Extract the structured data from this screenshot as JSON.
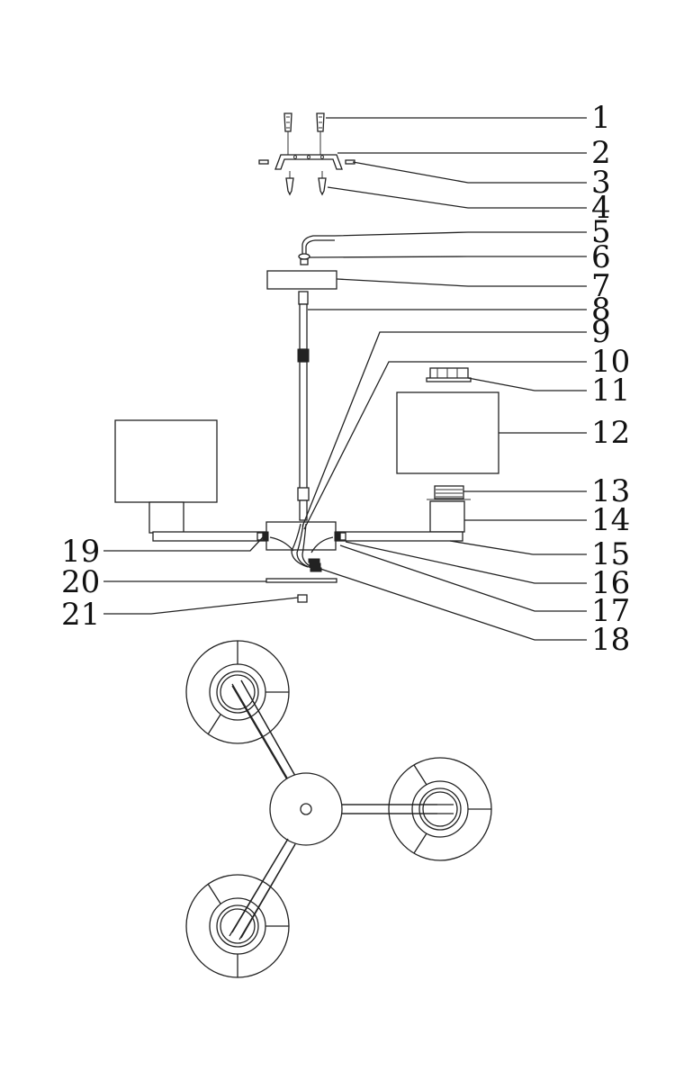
{
  "callouts": [
    {
      "id": "1",
      "label": "1"
    },
    {
      "id": "2",
      "label": "2"
    },
    {
      "id": "3",
      "label": "3"
    },
    {
      "id": "4",
      "label": "4"
    },
    {
      "id": "5",
      "label": "5"
    },
    {
      "id": "6",
      "label": "6"
    },
    {
      "id": "7",
      "label": "7"
    },
    {
      "id": "8",
      "label": "8"
    },
    {
      "id": "9",
      "label": "9"
    },
    {
      "id": "10",
      "label": "10"
    },
    {
      "id": "11",
      "label": "11"
    },
    {
      "id": "12",
      "label": "12"
    },
    {
      "id": "13",
      "label": "13"
    },
    {
      "id": "14",
      "label": "14"
    },
    {
      "id": "15",
      "label": "15"
    },
    {
      "id": "16",
      "label": "16"
    },
    {
      "id": "17",
      "label": "17"
    },
    {
      "id": "18",
      "label": "18"
    },
    {
      "id": "19",
      "label": "19"
    },
    {
      "id": "20",
      "label": "20"
    },
    {
      "id": "21",
      "label": "21"
    }
  ],
  "colors": {
    "line": "#222222",
    "background": "#ffffff"
  }
}
